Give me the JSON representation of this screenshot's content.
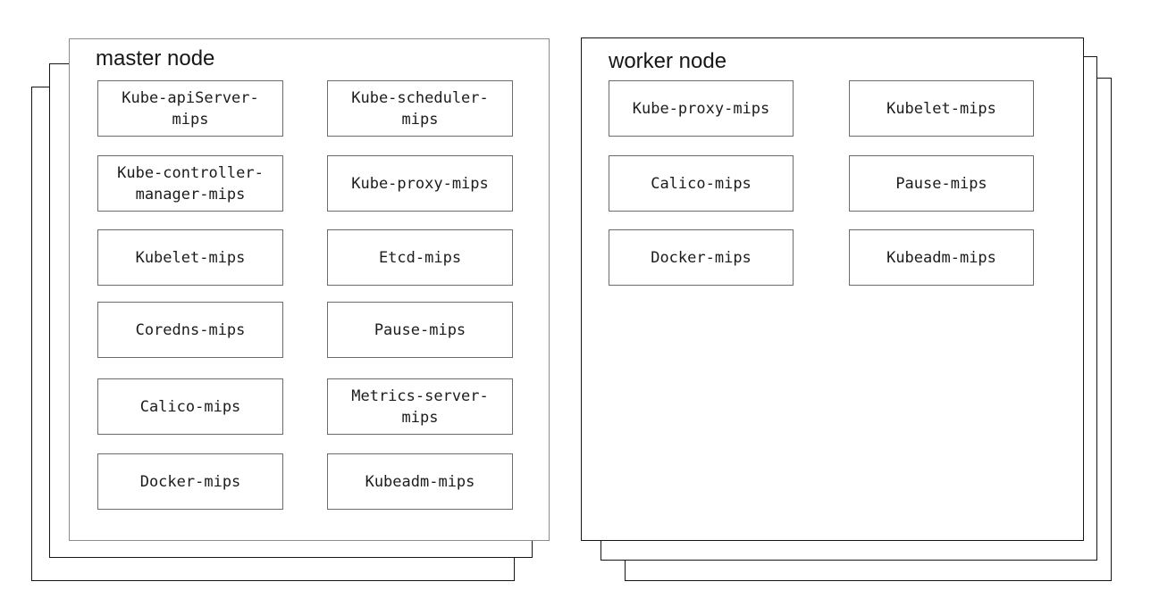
{
  "master": {
    "title": "master node",
    "components": [
      "Kube-apiServer-\nmips",
      "Kube-scheduler-\nmips",
      "Kube-controller-\nmanager-mips",
      "Kube-proxy-mips",
      "Kubelet-mips",
      "Etcd-mips",
      "Coredns-mips",
      "Pause-mips",
      "Calico-mips",
      "Metrics-server-\nmips",
      "Docker-mips",
      "Kubeadm-mips"
    ],
    "stacked_layer_count": "3"
  },
  "worker": {
    "title": "worker node",
    "components": [
      "Kube-proxy-mips",
      "Kubelet-mips",
      "Calico-mips",
      "Pause-mips",
      "Docker-mips",
      "Kubeadm-mips"
    ],
    "stacked_layer_count": "3"
  },
  "colors": {
    "background": "#ffffff",
    "stack_layer_border": "#141414",
    "master_box_border": "#8c8c8c",
    "worker_box_border": "#141414",
    "component_box_border": "#6b6b6b",
    "text": "#1c1c1c"
  }
}
